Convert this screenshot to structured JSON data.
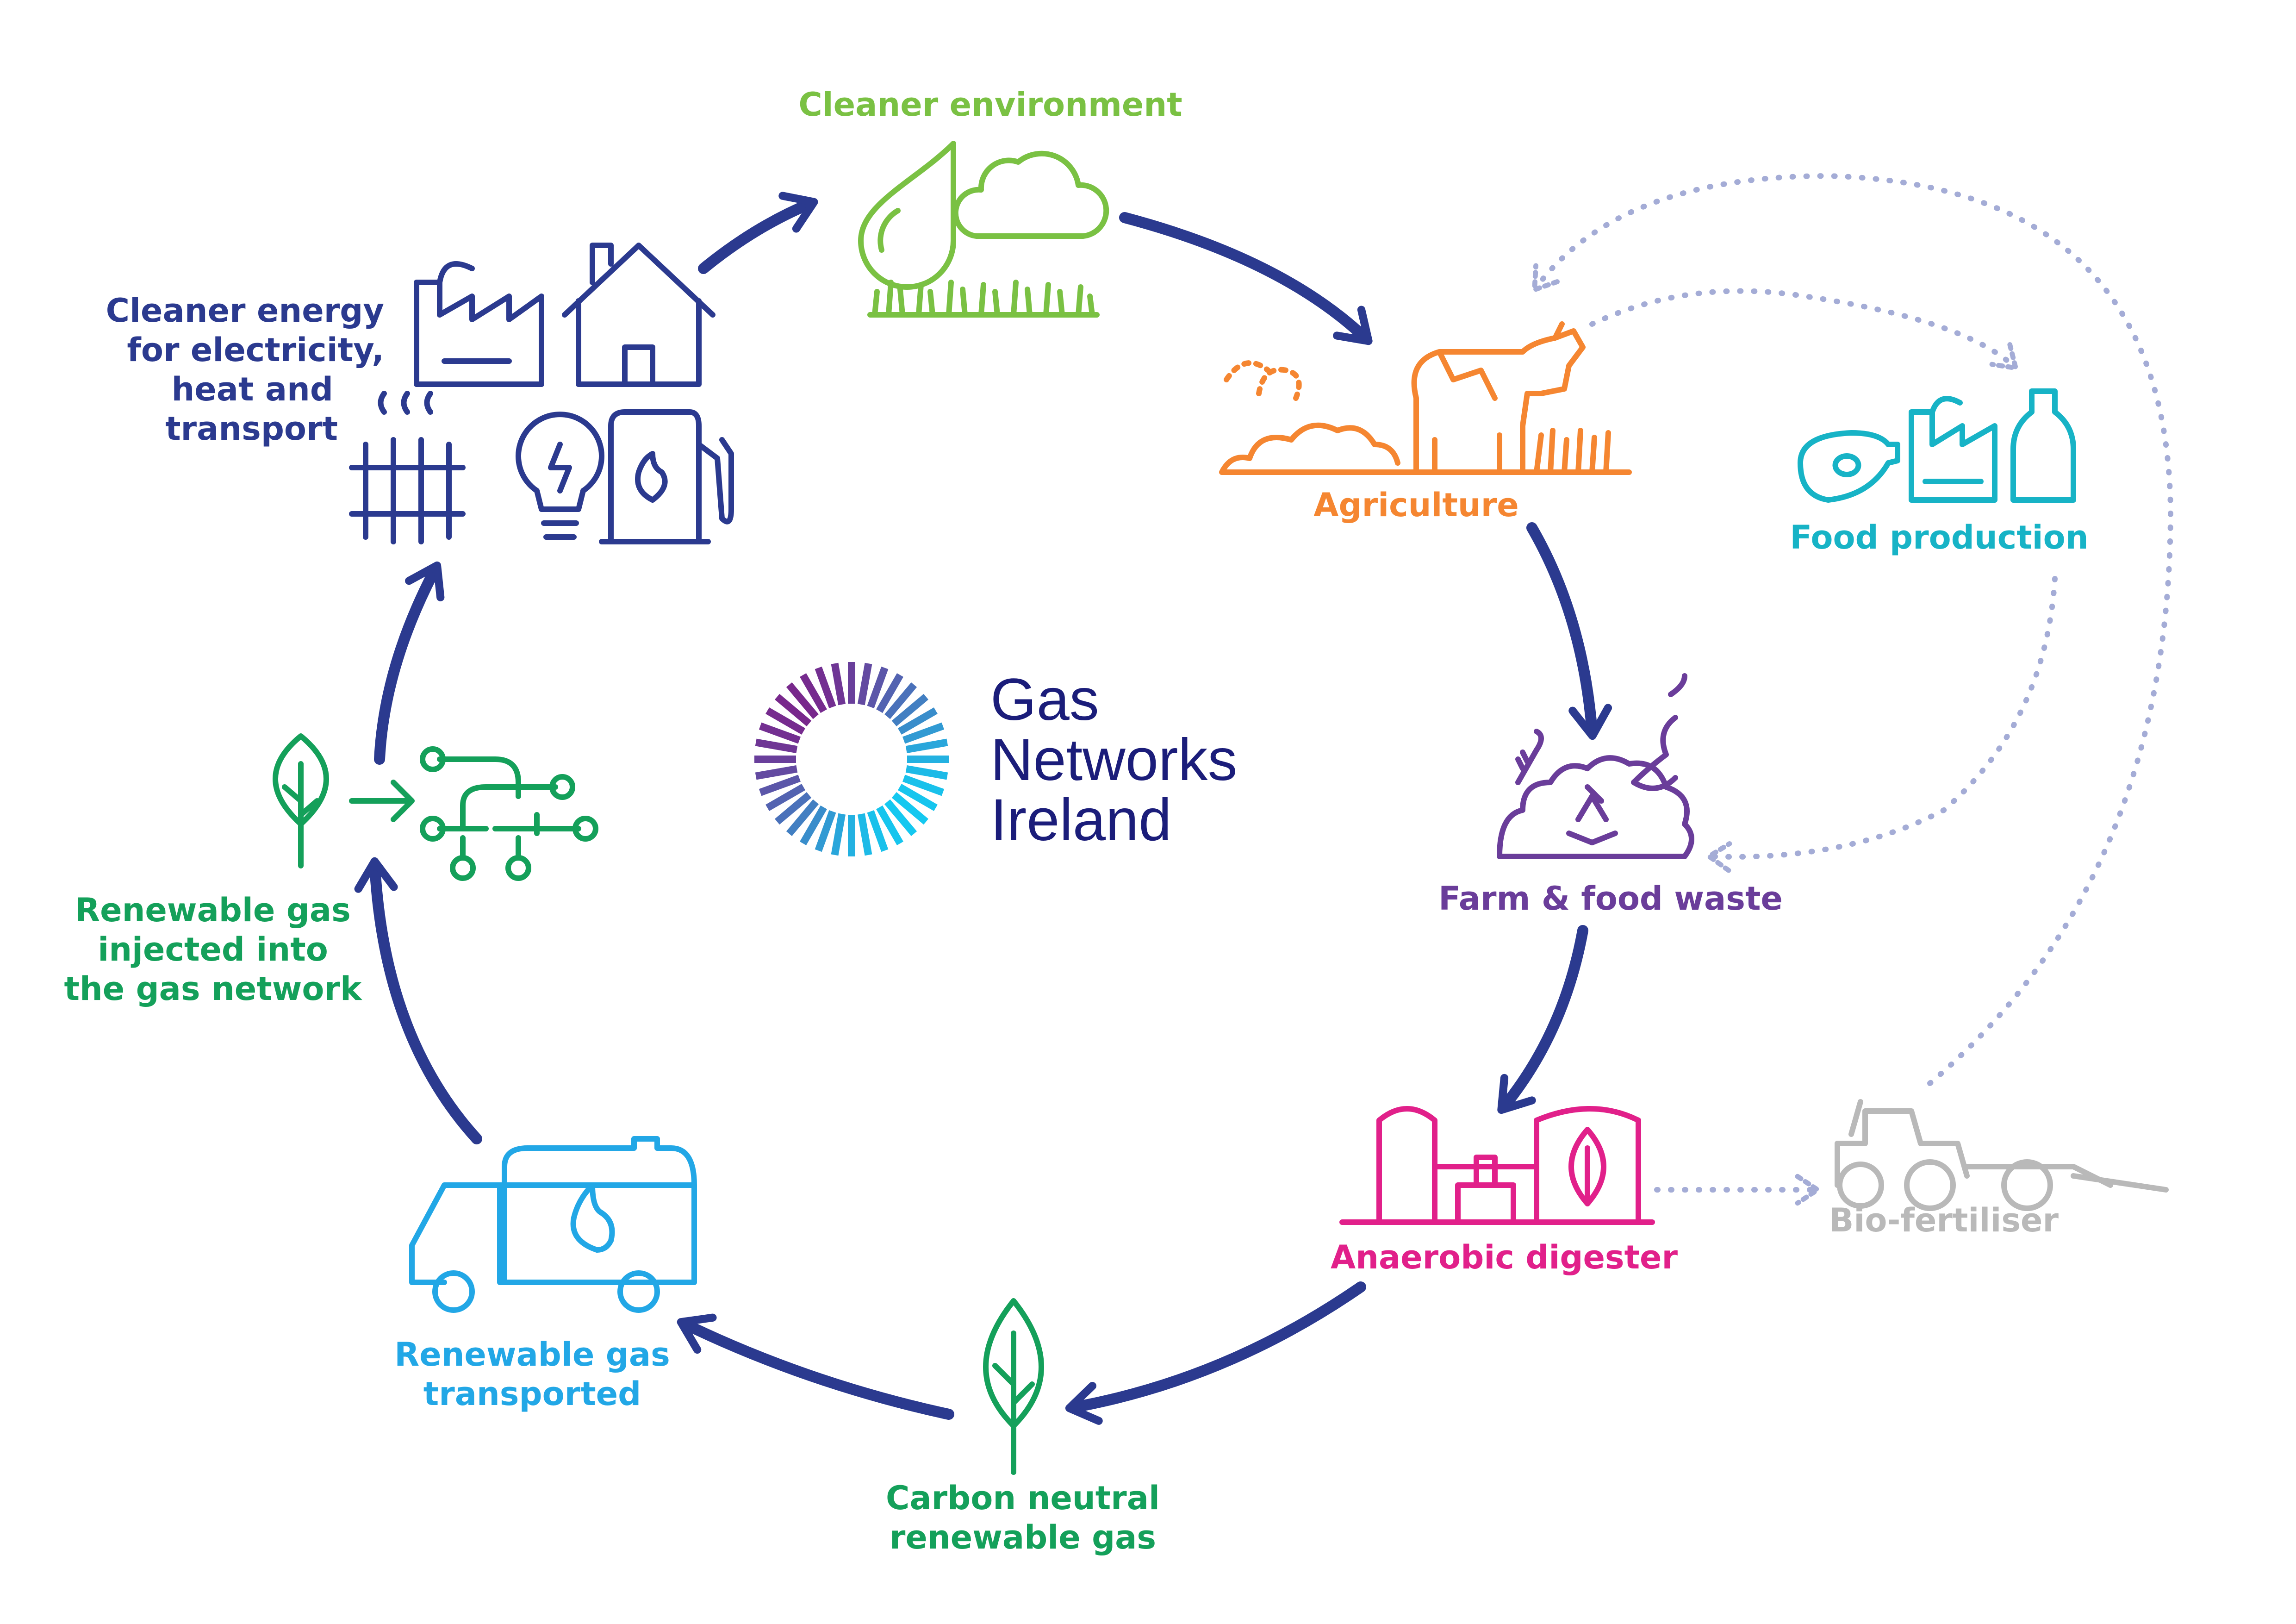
{
  "stages": {
    "cleaner_environment": {
      "label": "Cleaner environment",
      "color": "#7ac143"
    },
    "agriculture": {
      "label": "Agriculture",
      "color": "#f58631"
    },
    "food_production": {
      "label": "Food production",
      "color": "#17b3c6"
    },
    "farm_food_waste": {
      "label": "Farm & food waste",
      "color": "#6a3d9a"
    },
    "anaerobic_digester": {
      "label": "Anaerobic digester",
      "color": "#e1208a"
    },
    "bio_fertiliser": {
      "label": "Bio-fertiliser",
      "color": "#b9b9b9"
    },
    "carbon_neutral": {
      "lines": [
        "Carbon neutral",
        "renewable gas"
      ],
      "color": "#14a05a"
    },
    "gas_transported": {
      "lines": [
        "Renewable gas",
        "transported"
      ],
      "color": "#22a7e6"
    },
    "gas_injected": {
      "lines": [
        "Renewable gas",
        "injected into",
        "the gas network"
      ],
      "color": "#14a05a"
    },
    "cleaner_energy": {
      "lines": [
        "Cleaner energy",
        "for electricity,",
        "heat and",
        "transport"
      ],
      "color": "#2b3a8f"
    }
  },
  "logo": {
    "lines": [
      "Gas",
      "Networks",
      "Ireland"
    ],
    "color": "#1b1d7a"
  },
  "colors": {
    "cycle_arrow": "#2b3a8f",
    "dotted_arrow": "#a4acd6"
  },
  "icons": [
    "drop-icon",
    "cloud-icon",
    "grass-icon",
    "cow-icon",
    "meat-icon",
    "factory-icon",
    "milk-bottle-icon",
    "fish-bone-icon",
    "apple-core-icon",
    "recycle-icon",
    "digester-icon",
    "leaf-icon",
    "tractor-icon",
    "tanker-truck-icon",
    "flame-icon",
    "circuit-icon",
    "house-icon",
    "radiator-icon",
    "lightbulb-icon",
    "fuel-pump-icon"
  ]
}
